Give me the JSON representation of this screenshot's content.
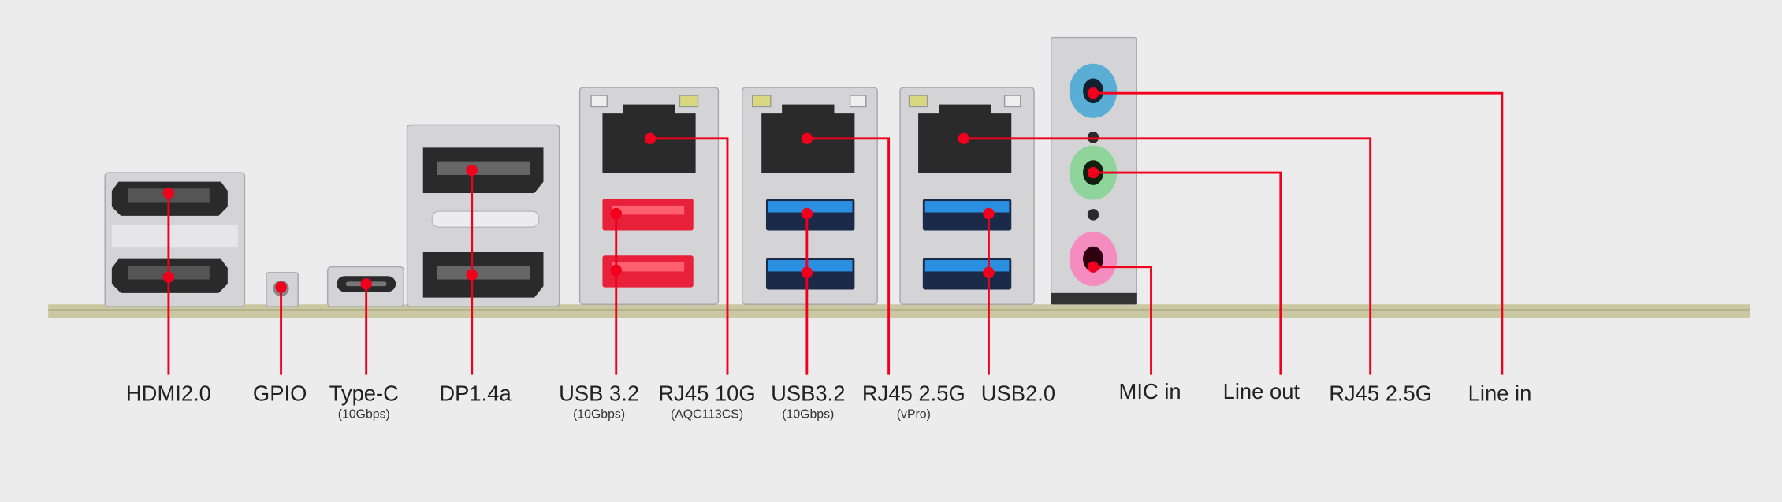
{
  "title": "Rear I/O panel connectors",
  "labels": {
    "hdmi": {
      "name": "HDMI2.0"
    },
    "gpio": {
      "name": "GPIO"
    },
    "typec": {
      "name": "Type-C",
      "sub": "(10Gbps)"
    },
    "dp": {
      "name": "DP1.4a"
    },
    "usb32_red": {
      "name": "USB 3.2",
      "sub": "(10Gbps)"
    },
    "rj45_10g": {
      "name": "RJ45 10G",
      "sub": "(AQC113CS)"
    },
    "usb32_blue": {
      "name": "USB3.2",
      "sub": "(10Gbps)"
    },
    "rj45_25g_vpro": {
      "name": "RJ45 2.5G",
      "sub": "(vPro)"
    },
    "usb20": {
      "name": "USB2.0"
    },
    "mic_in": {
      "name": "MIC in"
    },
    "line_out": {
      "name": "Line out"
    },
    "rj45_25g": {
      "name": "RJ45 2.5G"
    },
    "line_in": {
      "name": "Line in"
    }
  },
  "colors": {
    "callout": "#f0001c",
    "usb_red": "#e8203a",
    "usb_blue": "#2a8fe0",
    "jack_blue": "#5aaed6",
    "jack_green": "#8fd49a",
    "jack_pink": "#f48cc0"
  }
}
